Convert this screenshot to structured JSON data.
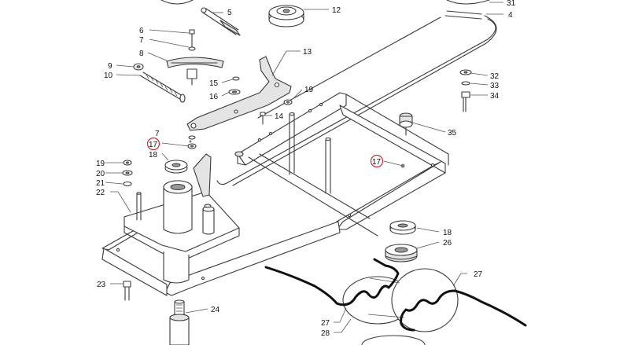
{
  "highlight_color": "#d0282e",
  "callouts": {
    "c1": "5",
    "c2": "12",
    "c3": "31",
    "c4": "4",
    "c5": "6",
    "c6": "7",
    "c7": "8",
    "c8": "9",
    "c9": "10",
    "c10": "13",
    "c11": "15",
    "c12": "16",
    "c13": "19",
    "c14": "14",
    "c15": "7",
    "c16": "17",
    "c17": "18",
    "c18": "32",
    "c19": "33",
    "c20": "34",
    "c21": "35",
    "c22": "17",
    "c23": "19",
    "c24": "20",
    "c25": "21",
    "c26": "22",
    "c27": "18",
    "c28": "26",
    "c29": "27",
    "c30": "23",
    "c31": "24",
    "c32": "27",
    "c33": "28"
  },
  "highlighted": [
    "c16",
    "c22"
  ]
}
